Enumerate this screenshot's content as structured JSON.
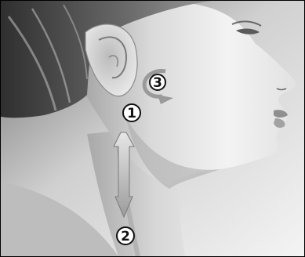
{
  "figure": {
    "subject": "massage-points-diagram",
    "markers": [
      {
        "id": "marker-1",
        "label": "1"
      },
      {
        "id": "marker-2",
        "label": "2"
      },
      {
        "id": "marker-3",
        "label": "3"
      }
    ],
    "colors": {
      "background_light": "#ececec",
      "background_dark": "#9a9a9a",
      "skin_light": "#f2f2f2",
      "skin_mid": "#c8c8c8",
      "skin_shadow": "#8e8e8e",
      "hair_dark": "#3c3c3c",
      "hair_light": "#a8a8a8",
      "arrow_fill": "#b9b9b9",
      "arrow_stroke": "#7a7a7a",
      "marker_fill": "#ffffff",
      "marker_stroke": "#111111"
    }
  }
}
